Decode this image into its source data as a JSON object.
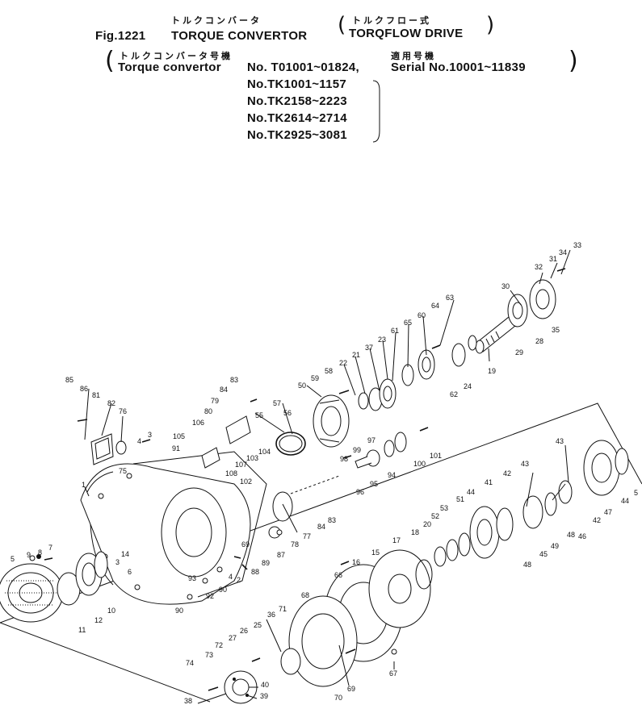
{
  "header": {
    "jp_title": "トルクコンバータ",
    "jp_subtitle": "トルクフロー式",
    "fig_number": "Fig.1221",
    "title": "TORQUE CONVERTOR",
    "subtitle": "TORQFLOW DRIVE",
    "jp_converter_no": "トルクコンバータ号機",
    "jp_serial": "適用号機",
    "converter_label": "Torque convertor",
    "range_1": "No. T01001~01824,",
    "serial_range": "Serial No.10001~11839",
    "range_2": "No.TK1001~1157",
    "range_3": "No.TK2158~2223",
    "range_4": "No.TK2614~2714",
    "range_5": "No.TK2925~3081"
  },
  "callouts": [
    "1",
    "2",
    "3",
    "4",
    "5",
    "6",
    "7",
    "8",
    "9",
    "10",
    "11",
    "12",
    "14",
    "15",
    "16",
    "17",
    "18",
    "19",
    "20",
    "21",
    "22",
    "23",
    "24",
    "25",
    "26",
    "27",
    "28",
    "29",
    "30",
    "31",
    "32",
    "33",
    "34",
    "35",
    "36",
    "37",
    "38",
    "39",
    "40",
    "41",
    "42",
    "43",
    "44",
    "45",
    "46",
    "47",
    "48",
    "49",
    "50",
    "51",
    "52",
    "53",
    "55",
    "56",
    "57",
    "58",
    "59",
    "60",
    "61",
    "62",
    "63",
    "64",
    "65",
    "66",
    "67",
    "68",
    "69",
    "70",
    "71",
    "72",
    "73",
    "74",
    "75",
    "76",
    "77",
    "78",
    "79",
    "80",
    "81",
    "82",
    "83",
    "84",
    "85",
    "86",
    "87",
    "88",
    "89",
    "90",
    "91",
    "92",
    "93",
    "94",
    "95",
    "96",
    "97",
    "98",
    "99",
    "100",
    "101",
    "102",
    "103",
    "104",
    "105",
    "106",
    "107",
    "108"
  ]
}
